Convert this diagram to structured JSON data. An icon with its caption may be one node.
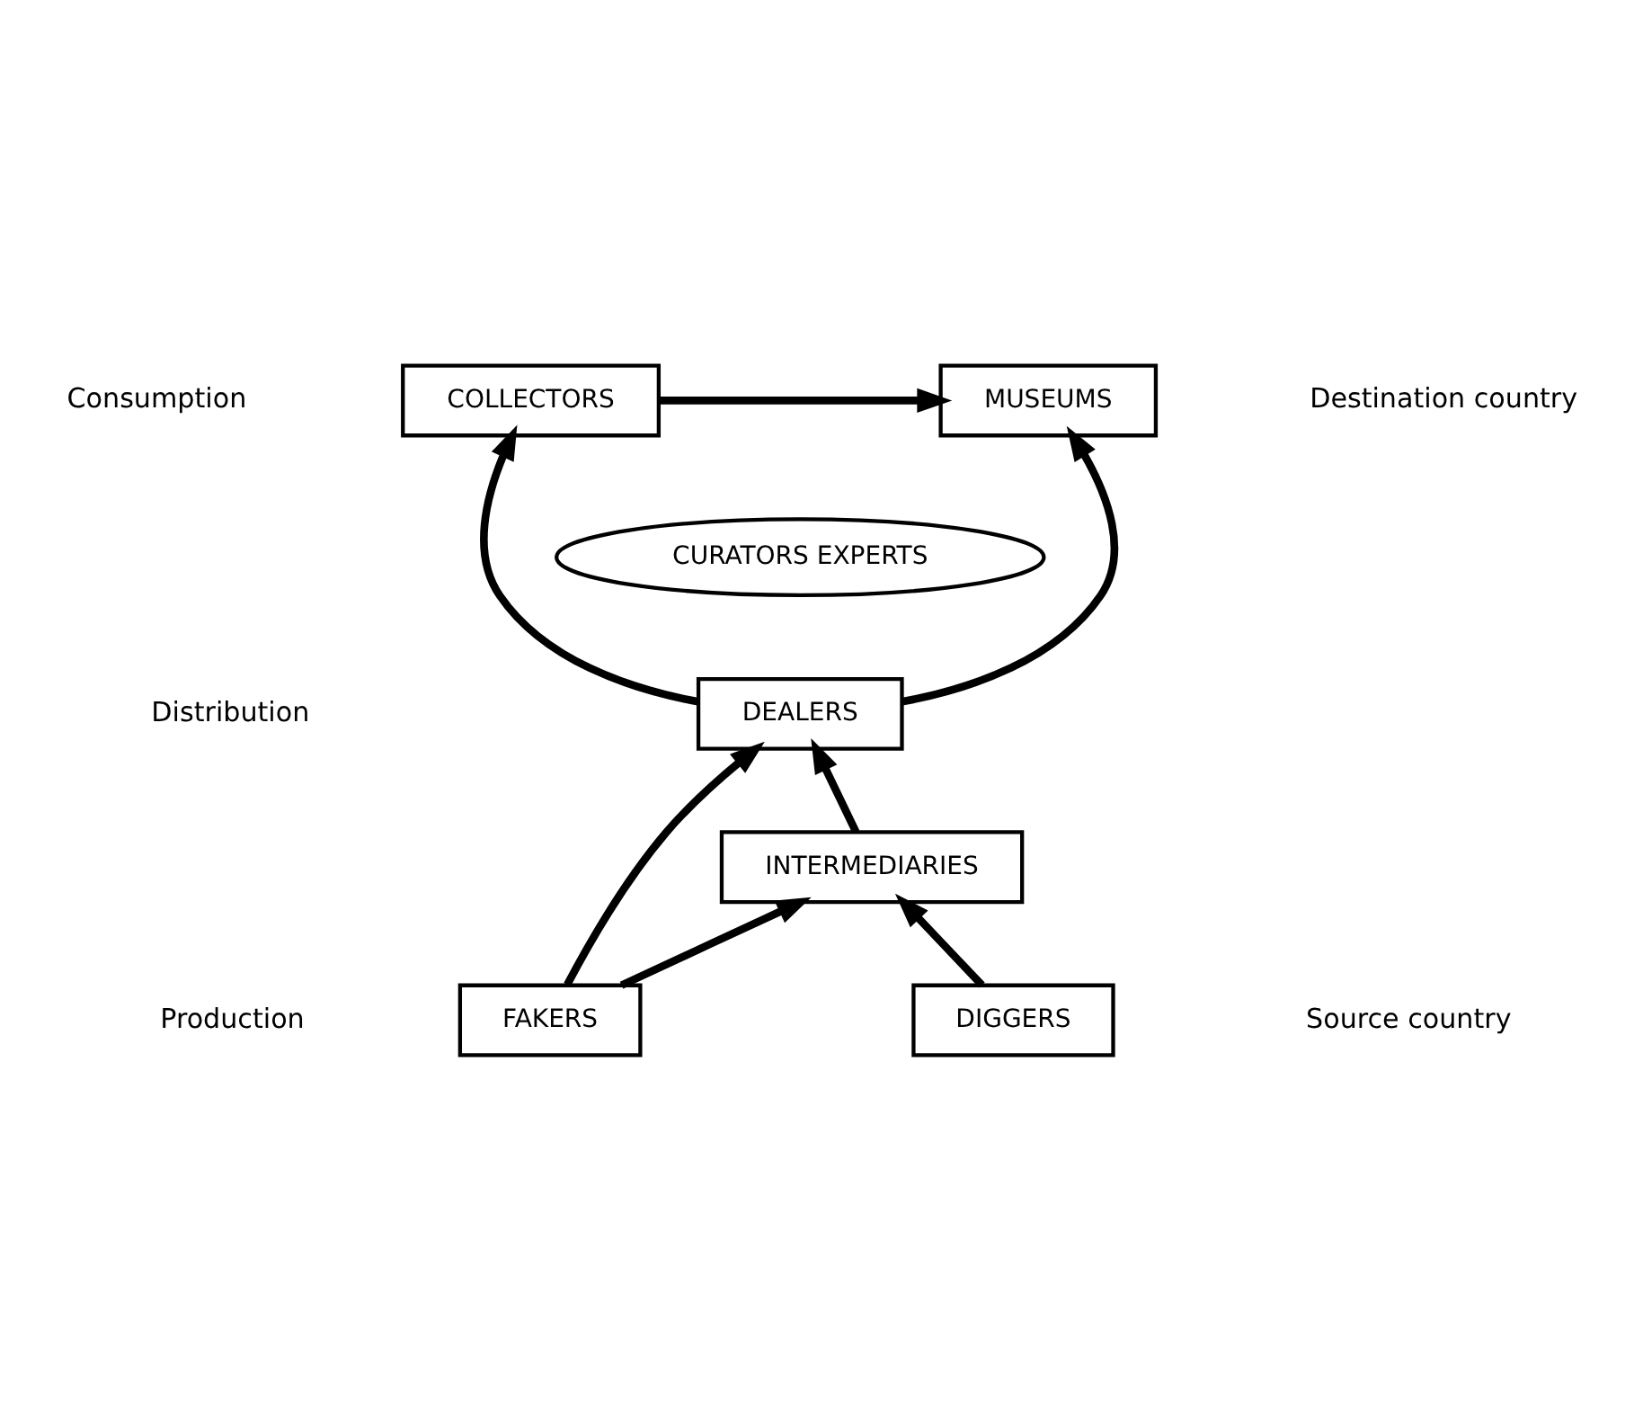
{
  "diagram": {
    "nodes": [
      {
        "text": [
          "COLLECTORS"
        ]
      },
      {
        "text": [
          "MUSEUMS"
        ]
      },
      {
        "text": [
          "CURATORS EXPERTS"
        ]
      },
      {
        "text": [
          "DEALERS"
        ]
      },
      {
        "text": [
          "INTERMEDIARIES"
        ]
      },
      {
        "text": [
          "FAKERS"
        ]
      },
      {
        "text": [
          "DIGGERS"
        ]
      }
    ],
    "edges": [
      {
        "from": 0,
        "to": 1,
        "arrow": "to"
      },
      {
        "from": 3,
        "to": 0,
        "arrow": "to"
      },
      {
        "from": 3,
        "to": 1,
        "arrow": "to"
      },
      {
        "from": 4,
        "to": 3,
        "arrow": "to"
      },
      {
        "from": 6,
        "to": 4,
        "arrow": "to"
      },
      {
        "from": 5,
        "to": 3,
        "arrow": "to"
      },
      {
        "from": 5,
        "to": 4,
        "arrow": "to"
      }
    ],
    "labels": [
      "Consumption",
      "Distribution",
      "Production",
      "Destination country",
      "Source country"
    ]
  }
}
